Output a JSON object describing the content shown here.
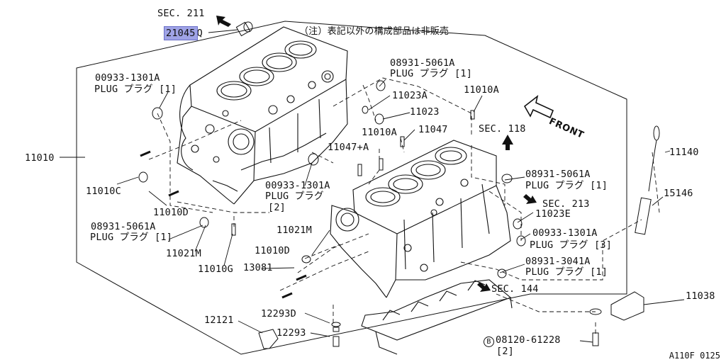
{
  "callouts": {
    "sec211": "SEC. 211",
    "p21045": "21045",
    "p21045_suffix": "Q",
    "note": "（注）表記以外の構成部品は非販売",
    "plug_top_left": {
      "pn": "00933-1301A",
      "desc": "PLUG プラグ [1]"
    },
    "plug_top_mid": {
      "pn": "08931-5061A",
      "desc": "PLUG プラグ [1]"
    },
    "p11023A": "11023A",
    "p11023": "11023",
    "p11010A_right": "11010A",
    "p11010A_mid": "11010A",
    "p11047": "11047",
    "p11047A": "11047+A",
    "sec118": "SEC. 118",
    "front": "FRONT",
    "p11010": "11010",
    "p11010C": "11010C",
    "plug_mid_center": {
      "pn": "00933-1301A",
      "desc": "PLUG プラグ",
      "qty": "[2]"
    },
    "p11010D_left": "11010D",
    "plug_left_bottom": {
      "pn": "08931-5061A",
      "desc": "PLUG プラグ [1]"
    },
    "p11021M_left": "11021M",
    "p11010G": "11010G",
    "p11021M_mid": "11021M",
    "p11010D_mid": "11010D",
    "p13081": "13081",
    "plug_right_1": {
      "pn": "08931-5061A",
      "desc": "PLUG プラグ [1]"
    },
    "sec213": "SEC. 213",
    "p11023E": "11023E",
    "plug_right_2": {
      "pn": "00933-1301A",
      "desc": "PLUG プラグ [3]"
    },
    "plug_right_3": {
      "pn": "08931-3041A",
      "desc": "PLUG プラグ [1]"
    },
    "sec144": "SEC. 144",
    "p11140": "11140",
    "p15146": "15146",
    "p11038": "11038",
    "p12121": "12121",
    "p12293D": "12293D",
    "p12293": "12293",
    "bolt": {
      "circle": "B",
      "pn": "08120-61228",
      "qty": "[2]"
    },
    "figure_code": "A110F 0125"
  }
}
